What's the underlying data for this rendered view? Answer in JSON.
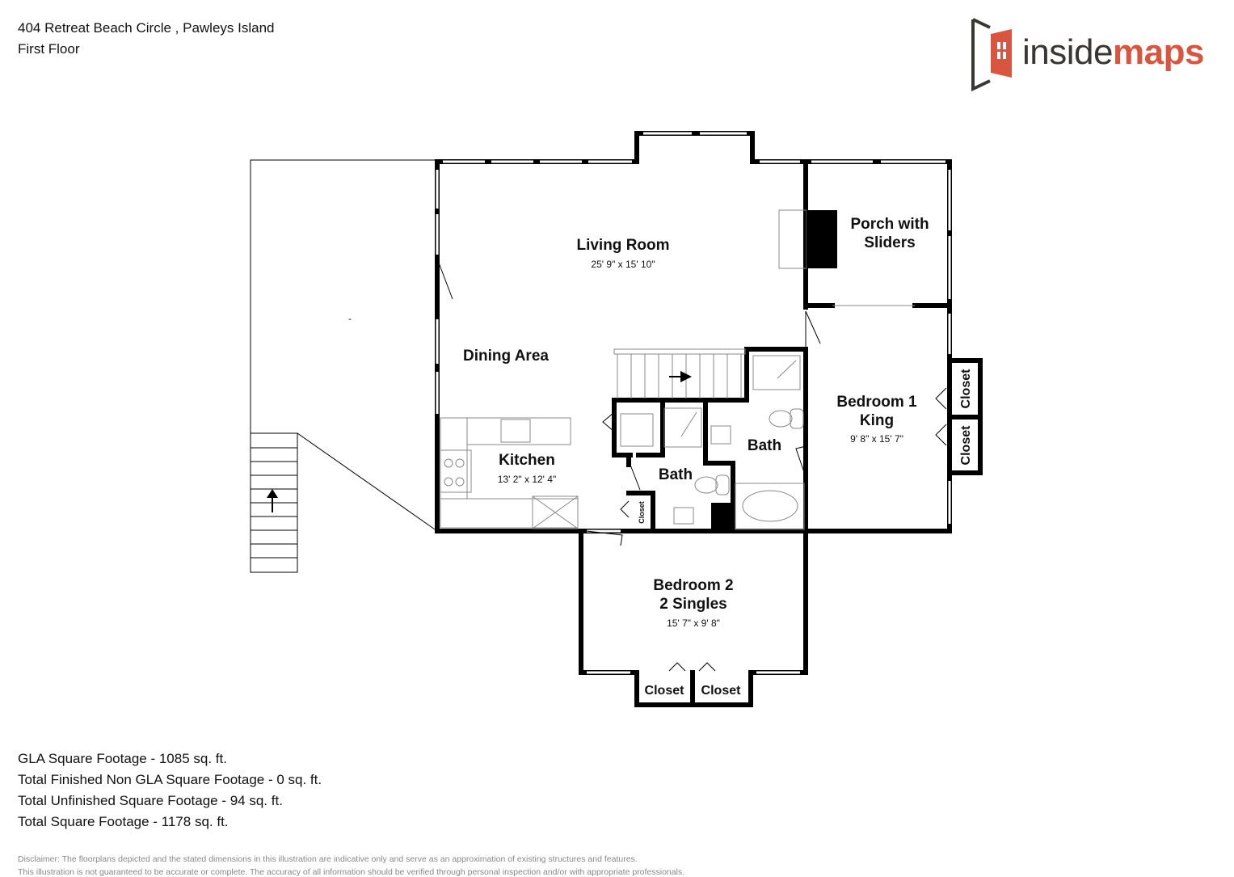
{
  "header": {
    "address": "404 Retreat Beach Circle , Pawleys Island",
    "floor": "First Floor"
  },
  "logo": {
    "text_dark": "inside",
    "text_accent": "maps",
    "accent_color": "#d9553f",
    "dark_color": "#3a3634"
  },
  "rooms": {
    "living": {
      "name": "Living Room",
      "dim": "25' 9\" x 15' 10\""
    },
    "porch": {
      "line1": "Porch with",
      "line2": "Sliders"
    },
    "dining": {
      "name": "Dining Area"
    },
    "kitchen": {
      "name": "Kitchen",
      "dim": "13' 2\" x 12' 4\""
    },
    "bath1": {
      "name": "Bath"
    },
    "bath2": {
      "name": "Bath"
    },
    "bedroom1": {
      "line1": "Bedroom 1",
      "line2": "King",
      "dim": "9' 8\" x 15' 7\""
    },
    "bedroom2": {
      "line1": "Bedroom 2",
      "line2": "2 Singles",
      "dim": "15' 7\" x 9' 8\""
    },
    "closets": [
      "Closet",
      "Closet",
      "Closet",
      "Closet",
      "Closet"
    ],
    "deck": {
      "name": "-"
    }
  },
  "footage": [
    "GLA Square Footage - 1085 sq. ft.",
    "Total Finished Non GLA Square Footage - 0 sq. ft.",
    "Total Unfinished Square Footage - 94 sq. ft.",
    "Total Square Footage - 1178 sq. ft."
  ],
  "disclaimer": [
    "Disclaimer: The floorplans depicted and the stated dimensions in this illustration are indicative only and serve as an approximation of existing structures and features.",
    "This illustration is not guaranteed to be accurate or complete. The accuracy of all information should be verified through personal inspection and/or with appropriate professionals."
  ]
}
